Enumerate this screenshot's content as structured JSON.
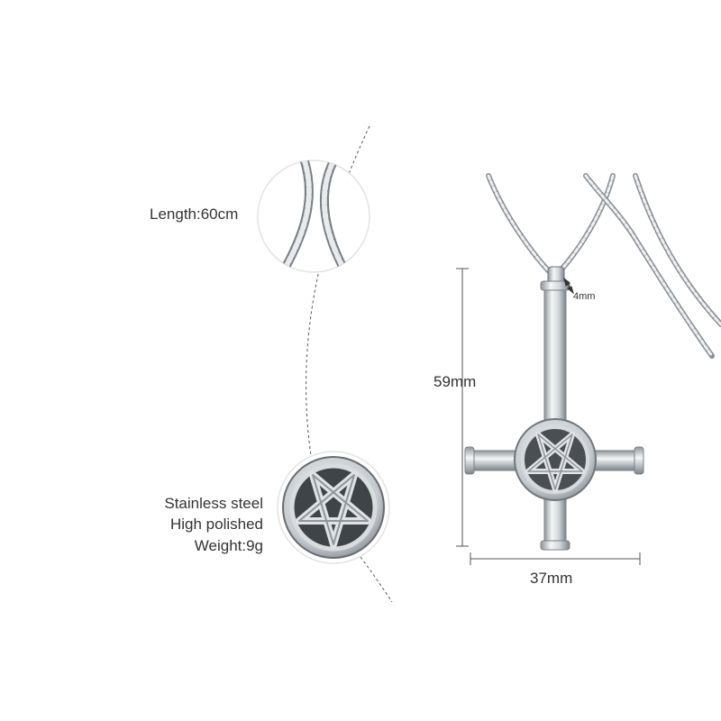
{
  "callouts": {
    "length": "Length:60cm",
    "material": "Stainless steel",
    "finish": "High polished",
    "weight": "Weight:9g"
  },
  "dimensions": {
    "height": "59mm",
    "width": "37mm",
    "bail": "4mm"
  },
  "colors": {
    "text": "#333333",
    "steel_light": "#e9ecee",
    "steel_mid": "#b8bec3",
    "steel_dark": "#5c6166",
    "dim_line": "#555555"
  }
}
